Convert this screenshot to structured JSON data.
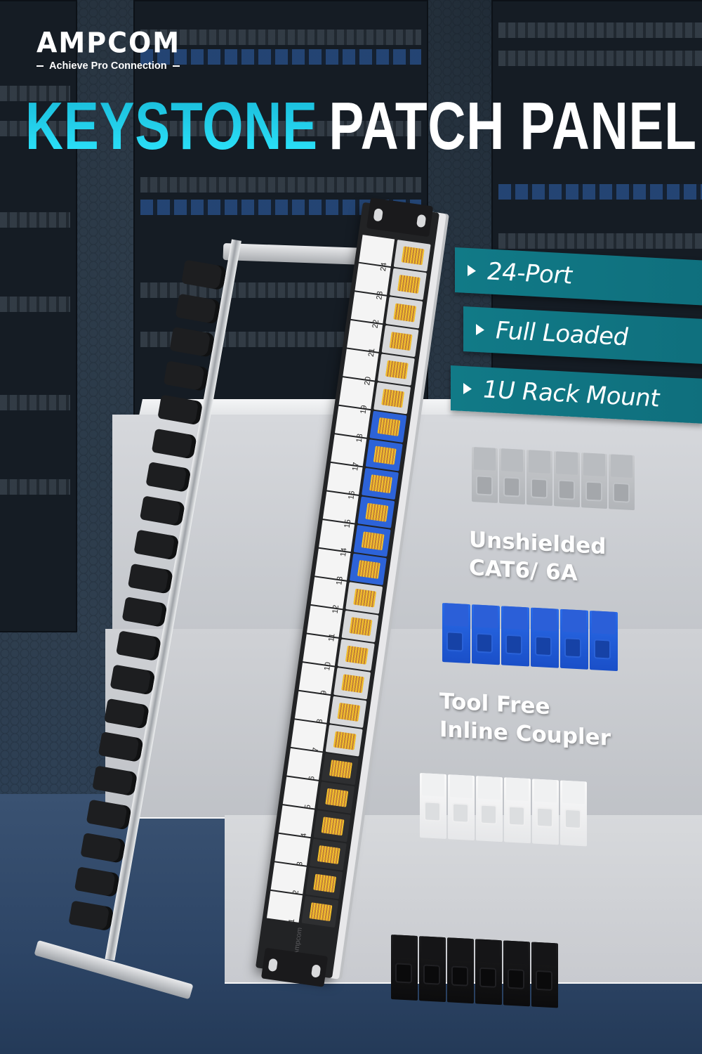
{
  "brand": {
    "name": "AMPCOM",
    "tagline": "Achieve Pro Connection"
  },
  "title": {
    "highlight": "KEYSTONE",
    "rest": "PATCH PANEL",
    "highlight_color": "#1FD3EE",
    "rest_color": "#FFFFFF"
  },
  "features": [
    {
      "icon": "triangle-bullet-icon",
      "label": "24-Port"
    },
    {
      "icon": "triangle-bullet-icon",
      "label": "Full Loaded"
    },
    {
      "icon": "triangle-bullet-icon",
      "label": "1U Rack Mount"
    }
  ],
  "feature_banner_color": "#117A87",
  "captions": {
    "unshielded_line1": "Unshielded",
    "unshielded_line2": "CAT6/ 6A",
    "toolfree_line1": "Tool Free",
    "toolfree_line2": "Inline Coupler"
  },
  "coupler_sets": [
    {
      "color": "gray",
      "count": 6
    },
    {
      "color": "blue",
      "count": 6
    },
    {
      "color": "white",
      "count": 6
    },
    {
      "color": "black",
      "count": 6
    }
  ],
  "panel": {
    "brand_mark": "Ampcom",
    "ports": [
      {
        "n": "1",
        "color": "black"
      },
      {
        "n": "2",
        "color": "black"
      },
      {
        "n": "3",
        "color": "black"
      },
      {
        "n": "4",
        "color": "black"
      },
      {
        "n": "5",
        "color": "black"
      },
      {
        "n": "6",
        "color": "black"
      },
      {
        "n": "7",
        "color": "white"
      },
      {
        "n": "8",
        "color": "white"
      },
      {
        "n": "9",
        "color": "white"
      },
      {
        "n": "10",
        "color": "white"
      },
      {
        "n": "11",
        "color": "white"
      },
      {
        "n": "12",
        "color": "white"
      },
      {
        "n": "13",
        "color": "blue"
      },
      {
        "n": "14",
        "color": "blue"
      },
      {
        "n": "15",
        "color": "blue"
      },
      {
        "n": "16",
        "color": "blue"
      },
      {
        "n": "17",
        "color": "blue"
      },
      {
        "n": "18",
        "color": "blue"
      },
      {
        "n": "19",
        "color": "white"
      },
      {
        "n": "20",
        "color": "white"
      },
      {
        "n": "21",
        "color": "white"
      },
      {
        "n": "22",
        "color": "white"
      },
      {
        "n": "23",
        "color": "white"
      },
      {
        "n": "24",
        "color": "white"
      }
    ]
  }
}
